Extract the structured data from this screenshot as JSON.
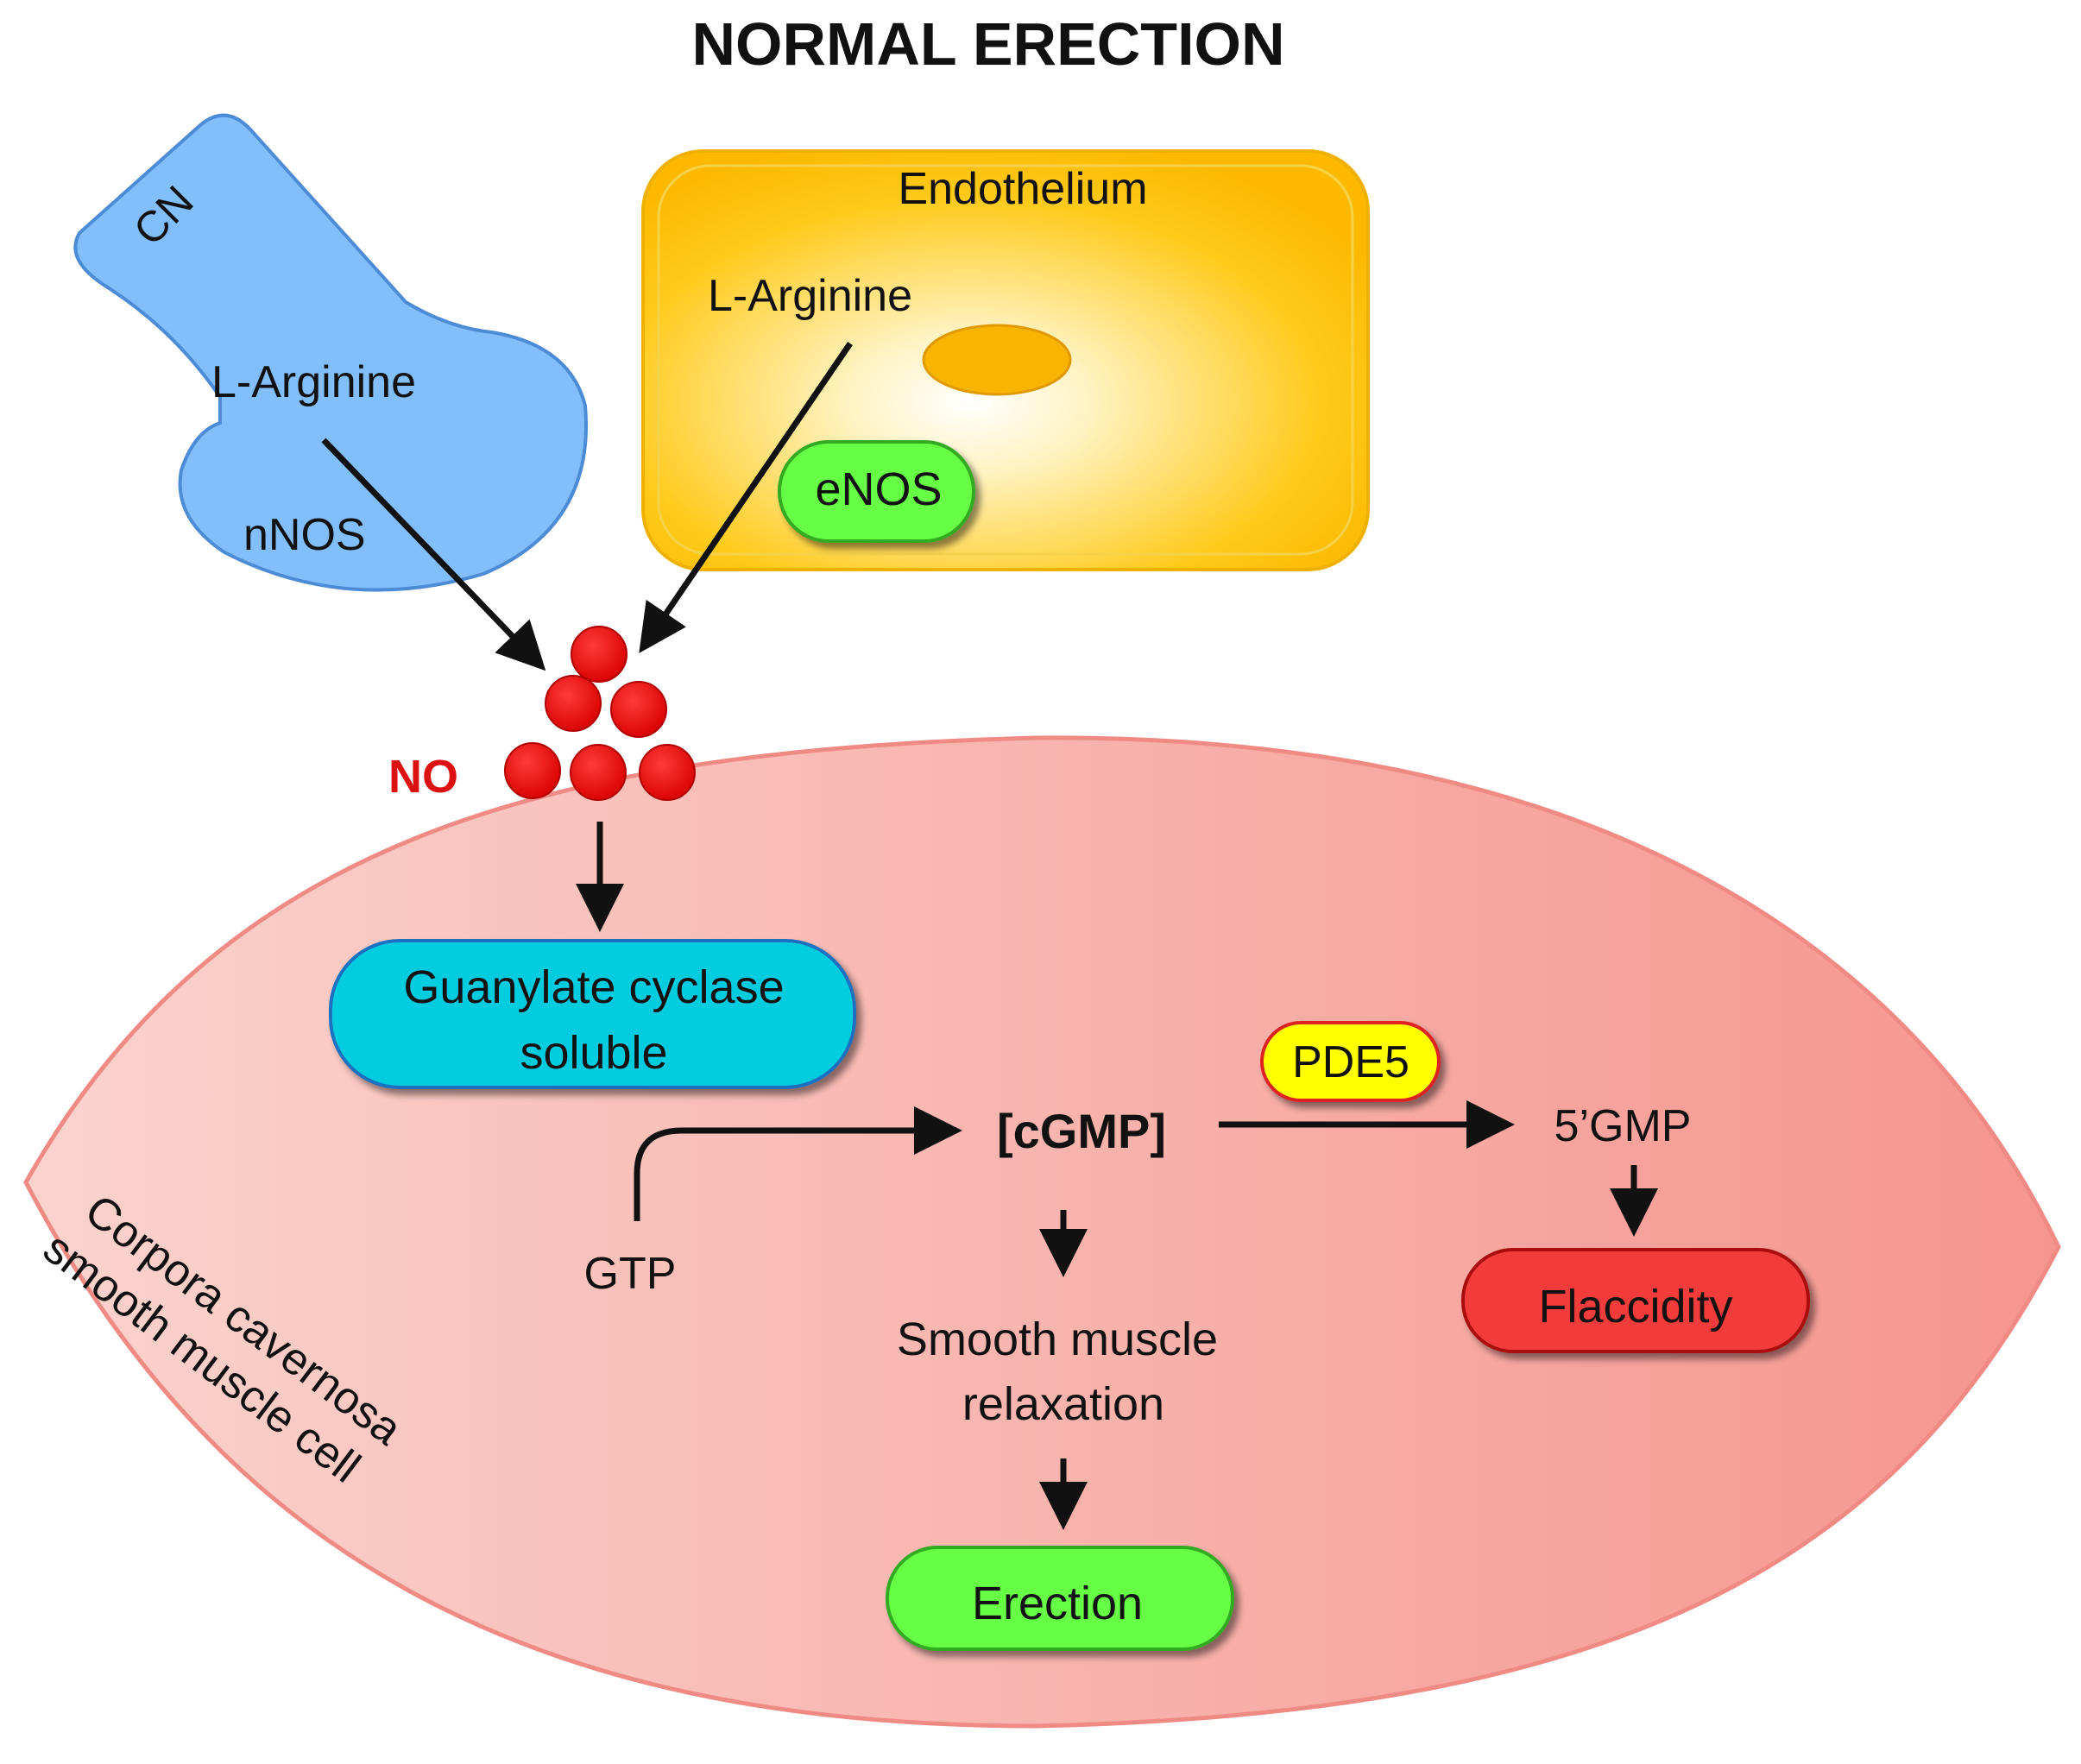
{
  "title": "NORMAL ERECTION",
  "nerve": {
    "label": "CN",
    "substrate": "L-Arginine",
    "enzyme": "nNOS"
  },
  "endothelium": {
    "label": "Endothelium",
    "substrate": "L-Arginine",
    "enzyme": "eNOS"
  },
  "no_label": "NO",
  "cell_label_line1": "Corpora cavernosa",
  "cell_label_line2": "smooth muscle cell",
  "guanylate": {
    "line1": "Guanylate cyclase",
    "line2": "soluble"
  },
  "gtp": "GTP",
  "cgmp": "[cGMP]",
  "pde5": "PDE5",
  "gmp": "5’GMP",
  "flaccidity": "Flaccidity",
  "relaxation": {
    "line1": "Smooth muscle",
    "line2": "relaxation"
  },
  "erection": "Erection",
  "colors": {
    "nerve_fill": "#82befa",
    "endothelium_outer": "#fcc300",
    "cell_fill": "#f7a09a",
    "no_dot": "#ee1111",
    "guanylate_fill": "#00cce0",
    "pill_green": "#66ff44",
    "pill_red": "#f23b3b",
    "pde5_fill": "#ffff00"
  }
}
